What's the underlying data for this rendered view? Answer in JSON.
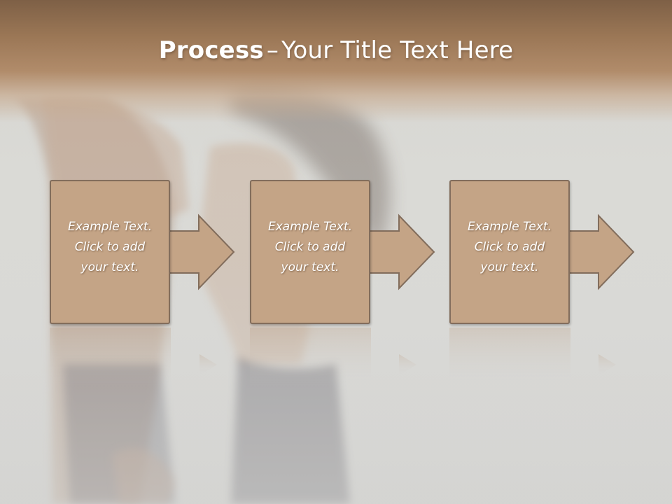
{
  "slide": {
    "title_bold": "Process",
    "title_dash": "–",
    "title_rest": "Your Title Text Here"
  },
  "steps": [
    {
      "line1": "Example Text.",
      "line2": "Click  to add",
      "line3": "your text."
    },
    {
      "line1": "Example Text.",
      "line2": "Click  to add",
      "line3": "your text."
    },
    {
      "line1": "Example Text.",
      "line2": "Click  to add",
      "line3": "your text."
    }
  ],
  "colors": {
    "header": "#9b7756",
    "box_fill": "#c4a486",
    "box_border": "#826d5c",
    "background": "#d9d9d6"
  },
  "background_image": "faded-photo-of-couple"
}
